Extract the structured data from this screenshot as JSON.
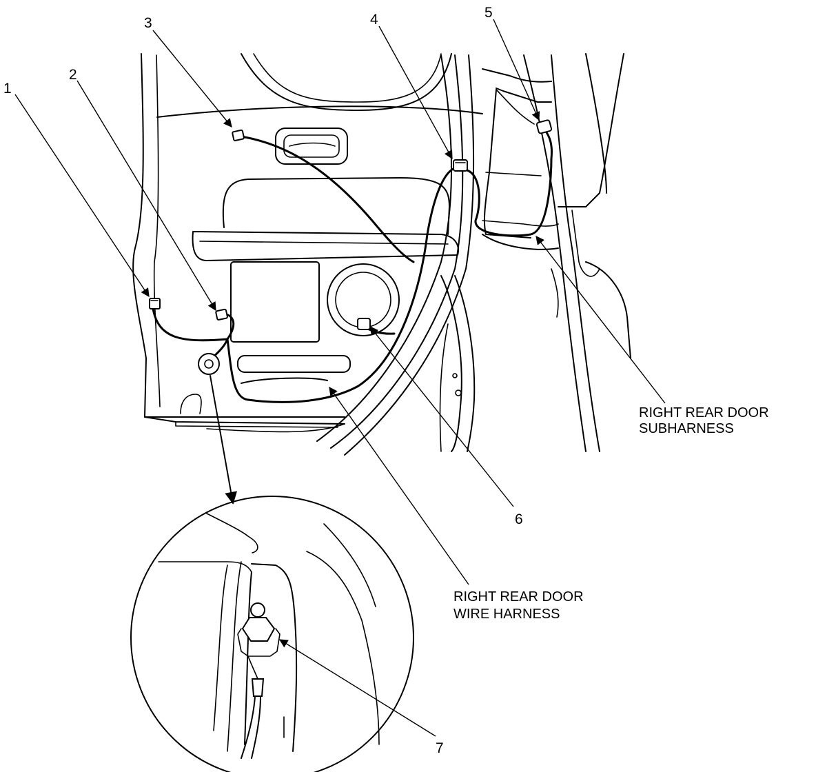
{
  "callouts": [
    {
      "id": "1",
      "label": "1"
    },
    {
      "id": "2",
      "label": "2"
    },
    {
      "id": "3",
      "label": "3"
    },
    {
      "id": "4",
      "label": "4"
    },
    {
      "id": "5",
      "label": "5"
    },
    {
      "id": "6",
      "label": "6"
    },
    {
      "id": "7",
      "label": "7"
    }
  ],
  "captions": {
    "subharness": {
      "line1": "RIGHT REAR DOOR",
      "line2": "SUBHARNESS"
    },
    "wire_harness": {
      "line1": "RIGHT REAR DOOR",
      "line2": "WIRE HARNESS"
    }
  }
}
